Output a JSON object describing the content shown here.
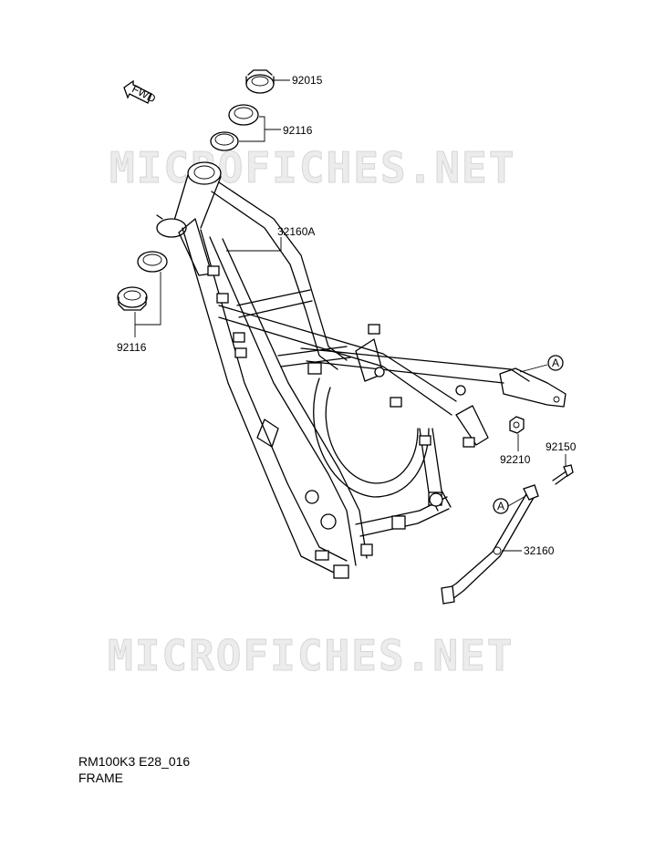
{
  "watermark": "MICROFICHES.NET",
  "fwd_label": "FWD",
  "callouts": {
    "nut": "92015",
    "bearing_upper": "92116",
    "frame": "32160A",
    "bearing_lower": "92116",
    "ref_a_upper": "A",
    "nut_rear": "92210",
    "bolt": "92150",
    "ref_a_lower": "A",
    "rear_frame": "32160"
  },
  "caption": {
    "code": "RM100K3 E28_016",
    "title": "FRAME"
  }
}
